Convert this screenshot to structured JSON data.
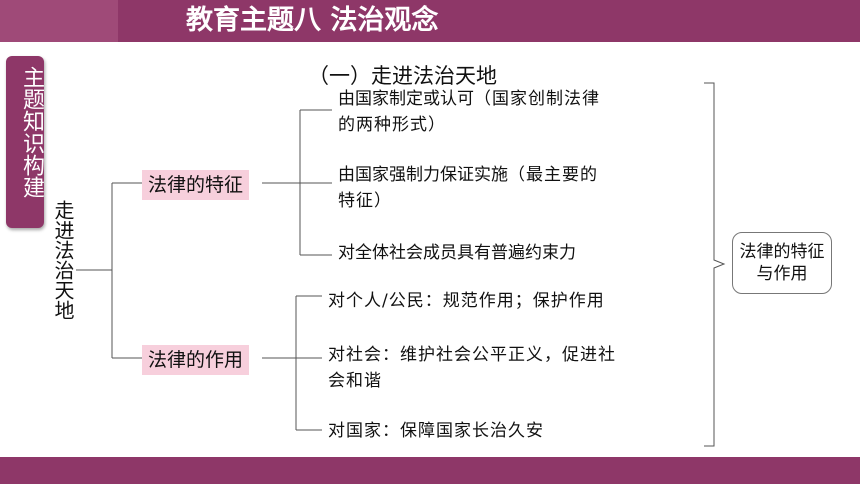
{
  "header": {
    "title": "教育主题八 法治观念"
  },
  "sidebar": {
    "tab_label": "主题知识构建"
  },
  "tree": {
    "root": "走进法治天地",
    "section_title": "（一）走进法治天地",
    "branches": [
      {
        "label": "法律的特征",
        "leaves": [
          {
            "line1": "由国家制定或认可",
            "note1": "（国家创制法律",
            "line2": "的两种形式）"
          },
          {
            "line1": "由国家强制力保证实施",
            "note1": "（最主要的",
            "line2": "特征）"
          },
          {
            "line1": "对全体社会成员具有普遍约束力"
          }
        ]
      },
      {
        "label": "法律的作用",
        "leaves": [
          {
            "line1": "对个人/公民：规范作用；保护作用"
          },
          {
            "line1": "对社会：维护社会公平正义，促进社",
            "line2": "会和谐"
          },
          {
            "line1": "对国家：保障国家长治久安"
          }
        ]
      }
    ],
    "summary": "法律的特征与作用"
  }
}
